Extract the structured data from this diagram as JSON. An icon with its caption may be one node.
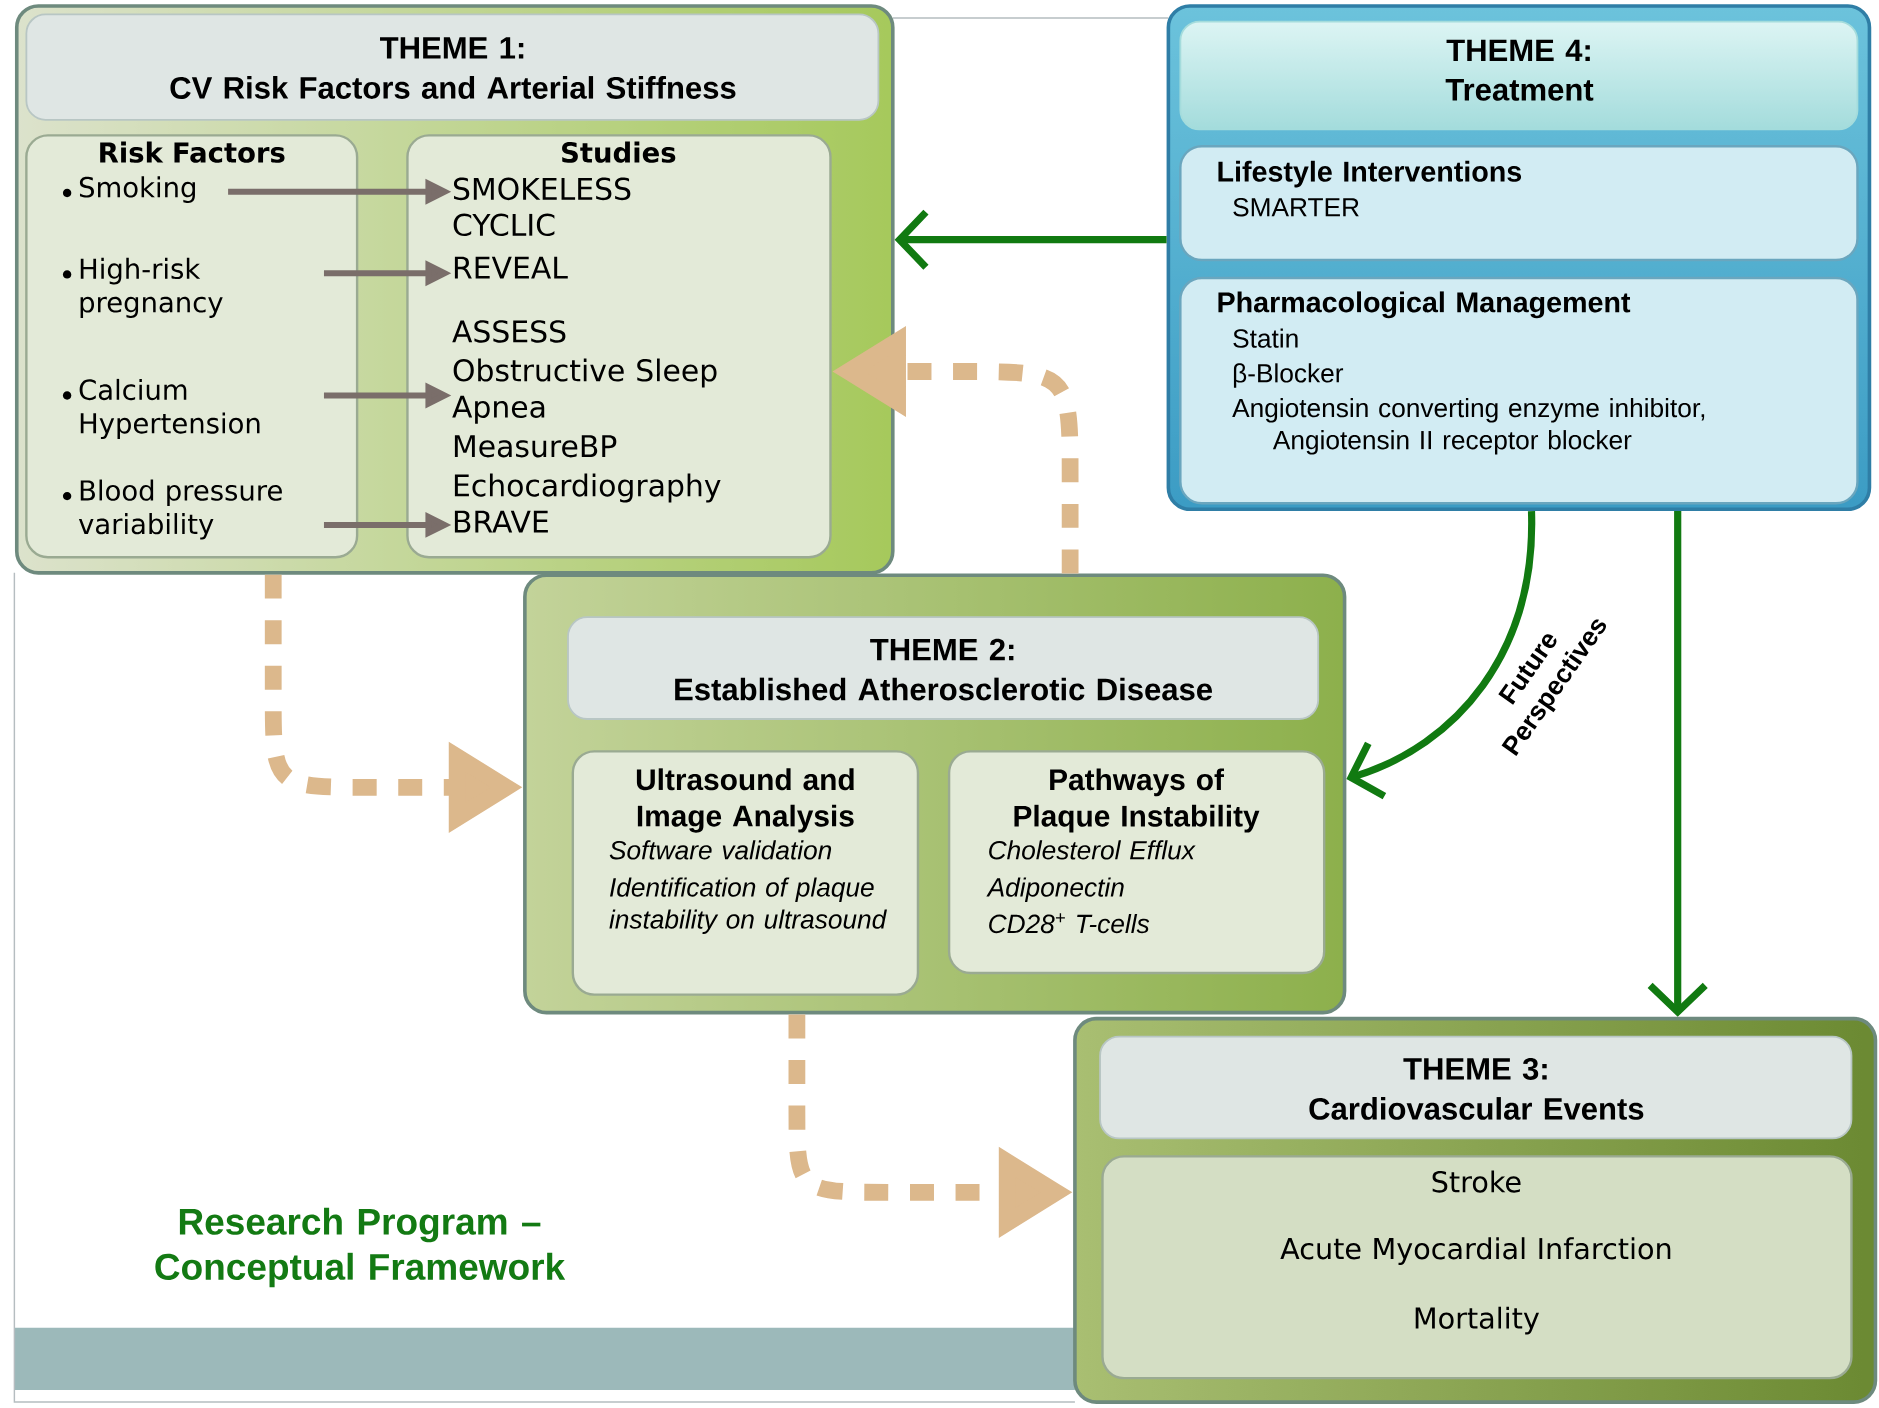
{
  "diagram": {
    "nodes": [
      {
        "text": [
          "THEME 1:",
          "CV Risk Factors and Arterial Stiffness"
        ]
      },
      {
        "text": [
          "Risk Factors"
        ],
        "in": 0
      },
      {
        "text": [
          "Smoking"
        ],
        "in": 1
      },
      {
        "text": [
          "High-risk pregnancy"
        ],
        "in": 1
      },
      {
        "text": [
          "Calcium Hypertension"
        ],
        "in": 1
      },
      {
        "text": [
          "Blood pressure variability"
        ],
        "in": 1
      },
      {
        "text": [
          "Studies"
        ],
        "in": 0
      },
      {
        "text": [
          "SMOKELESS"
        ],
        "in": 6
      },
      {
        "text": [
          "CYCLIC"
        ],
        "in": 6
      },
      {
        "text": [
          "REVEAL"
        ],
        "in": 6
      },
      {
        "text": [
          "ASSESS"
        ],
        "in": 6
      },
      {
        "text": [
          "Obstructive Sleep Apnea"
        ],
        "in": 6
      },
      {
        "text": [
          "MeasureBP"
        ],
        "in": 6
      },
      {
        "text": [
          "Echocardiography"
        ],
        "in": 6
      },
      {
        "text": [
          "BRAVE"
        ],
        "in": 6
      },
      {
        "text": [
          "THEME 2:",
          "Established Atherosclerotic Disease"
        ]
      },
      {
        "text": [
          "Ultrasound and Image Analysis",
          "Software validation",
          "Identification of plaque instability on ultrasound"
        ],
        "in": 15
      },
      {
        "text": [
          "Pathways of Plaque Instability",
          "Cholesterol Efflux",
          "Adiponectin",
          "CD28$^{+}$ T-cells"
        ],
        "in": 15
      },
      {
        "text": [
          "THEME 4:",
          "Treatment"
        ]
      },
      {
        "text": [
          "Lifestyle Interventions",
          "SMARTER"
        ],
        "in": 18
      },
      {
        "text": [
          "Pharmacological Management",
          "Statin",
          "β-Blocker",
          "Angiotensin converting enzyme inhibitor, Angiotensin II receptor blocker"
        ],
        "in": 18
      },
      {
        "text": [
          "THEME 3:",
          "Cardiovascular Events"
        ]
      },
      {
        "text": [
          "Stroke",
          "Acute Myocardial Infarction",
          "Mortality"
        ],
        "in": 21
      }
    ],
    "edges": [
      {
        "from": 18,
        "to": 0,
        "arrow": "to",
        "color": "#117a11"
      },
      {
        "from": 15,
        "to": 6,
        "arrow": "to",
        "style": "dashed",
        "color": "#dcb88c"
      },
      {
        "from": 0,
        "to": 15,
        "arrow": "to",
        "style": "dashed",
        "color": "#dcb88c"
      },
      {
        "from": 15,
        "to": 21,
        "arrow": "to",
        "style": "dashed",
        "color": "#dcb88c"
      },
      {
        "from": 18,
        "to": 15,
        "arrow": "to",
        "label": "Future Perspectives",
        "color": "#117a11"
      },
      {
        "from": 18,
        "to": 21,
        "arrow": "to",
        "color": "#117a11"
      },
      {
        "from": 2,
        "to": 7,
        "arrow": "to"
      },
      {
        "from": 3,
        "to": 9,
        "arrow": "to"
      },
      {
        "from": 4,
        "to": 11,
        "arrow": "to"
      },
      {
        "from": 5,
        "to": 14,
        "arrow": "to"
      }
    ],
    "labels": [
      "Research Program – Conceptual Framework"
    ]
  }
}
